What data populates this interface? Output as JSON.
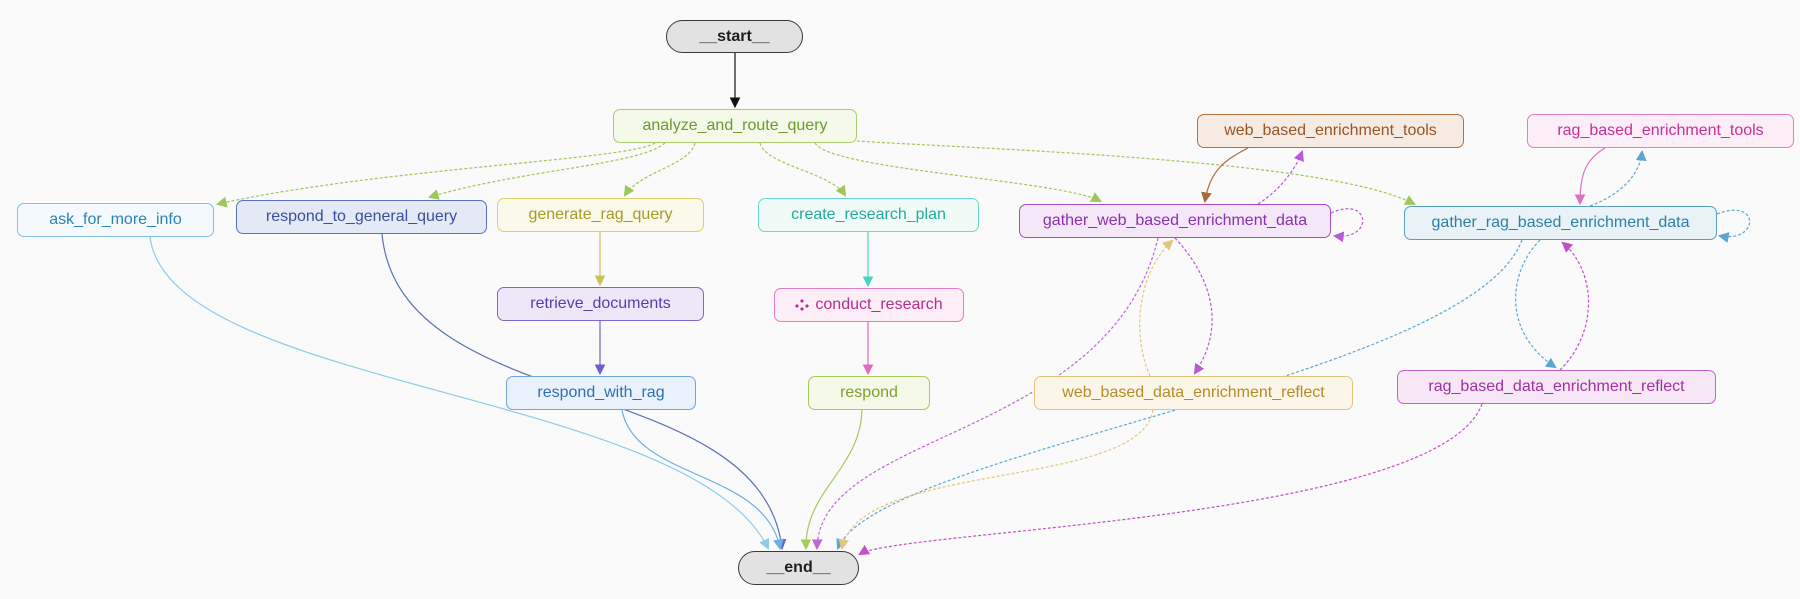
{
  "graph": {
    "nodes": {
      "start": {
        "label": "__start__",
        "colors": {
          "text": "#1f1f1f",
          "bg": "#e2e2e2",
          "border": "#3a3a3a"
        }
      },
      "end": {
        "label": "__end__",
        "colors": {
          "text": "#1f1f1f",
          "bg": "#e2e2e2",
          "border": "#3a3a3a"
        }
      },
      "analyze": {
        "label": "analyze_and_route_query",
        "colors": {
          "text": "#6b9a2e",
          "bg": "#f4f9ea",
          "border": "#a8cc6e"
        }
      },
      "ask": {
        "label": "ask_for_more_info",
        "colors": {
          "text": "#2b84b8",
          "bg": "#f3f9fd",
          "border": "#7fc2e6"
        }
      },
      "respond_general": {
        "label": "respond_to_general_query",
        "colors": {
          "text": "#3a4f9e",
          "bg": "#e4e9f6",
          "border": "#5a6fbf"
        }
      },
      "generate_rag": {
        "label": "generate_rag_query",
        "colors": {
          "text": "#a6992a",
          "bg": "#fbf9ea",
          "border": "#dccf6a"
        }
      },
      "create_plan": {
        "label": "create_research_plan",
        "colors": {
          "text": "#26a99b",
          "bg": "#f0fbf8",
          "border": "#6ad8ca"
        }
      },
      "gather_web": {
        "label": "gather_web_based_enrichment_data",
        "colors": {
          "text": "#8b2fae",
          "bg": "#f4e8f8",
          "border": "#a64bc9"
        }
      },
      "web_tools": {
        "label": "web_based_enrichment_tools",
        "colors": {
          "text": "#9a5424",
          "bg": "#f6ebe2",
          "border": "#b2713f"
        }
      },
      "rag_tools": {
        "label": "rag_based_enrichment_tools",
        "colors": {
          "text": "#c42f9a",
          "bg": "#fbeef7",
          "border": "#e27dc6"
        }
      },
      "gather_rag": {
        "label": "gather_rag_based_enrichment_data",
        "colors": {
          "text": "#2f7fa5",
          "bg": "#e8f2f7",
          "border": "#5a9ec4"
        }
      },
      "retrieve": {
        "label": "retrieve_documents",
        "colors": {
          "text": "#5a3cb0",
          "bg": "#ece8f7",
          "border": "#7d66cc"
        }
      },
      "conduct": {
        "label": "conduct_research",
        "colors": {
          "text": "#b82c8d",
          "bg": "#fcedf6",
          "border": "#e37cc2"
        }
      },
      "respond_rag": {
        "label": "respond_with_rag",
        "colors": {
          "text": "#2f6fb5",
          "bg": "#e9f1fb",
          "border": "#6fa6e0"
        }
      },
      "respond": {
        "label": "respond",
        "colors": {
          "text": "#7ba12e",
          "bg": "#f5f9e8",
          "border": "#a8c95c"
        }
      },
      "web_reflect": {
        "label": "web_based_data_enrichment_reflect",
        "colors": {
          "text": "#b58a2a",
          "bg": "#fcf6e9",
          "border": "#e0c47c"
        }
      },
      "rag_reflect": {
        "label": "rag_based_data_enrichment_reflect",
        "colors": {
          "text": "#a0319e",
          "bg": "#f6e6f6",
          "border": "#c363c3"
        }
      }
    },
    "edges": [
      {
        "from": "start",
        "to": "analyze",
        "style": "solid",
        "color": "#111111"
      },
      {
        "from": "analyze",
        "to": "ask",
        "style": "dashed",
        "color": "#9dc75a"
      },
      {
        "from": "analyze",
        "to": "respond_general",
        "style": "dashed",
        "color": "#9dc75a"
      },
      {
        "from": "analyze",
        "to": "generate_rag",
        "style": "dashed",
        "color": "#9dc75a"
      },
      {
        "from": "analyze",
        "to": "create_plan",
        "style": "dashed",
        "color": "#9dc75a"
      },
      {
        "from": "analyze",
        "to": "gather_web",
        "style": "dashed",
        "color": "#9dc75a"
      },
      {
        "from": "analyze",
        "to": "gather_rag",
        "style": "dashed",
        "color": "#9dc75a"
      },
      {
        "from": "generate_rag",
        "to": "retrieve",
        "style": "solid",
        "color": "#cfc15a"
      },
      {
        "from": "retrieve",
        "to": "respond_rag",
        "style": "solid",
        "color": "#7060cc"
      },
      {
        "from": "create_plan",
        "to": "conduct",
        "style": "solid",
        "color": "#4fd0c0"
      },
      {
        "from": "conduct",
        "to": "respond",
        "style": "solid",
        "color": "#e06cbd"
      },
      {
        "from": "web_tools",
        "to": "gather_web",
        "style": "solid",
        "color": "#a86a3c"
      },
      {
        "from": "gather_web",
        "to": "web_tools",
        "style": "dashed",
        "color": "#b65ad6"
      },
      {
        "from": "gather_web",
        "to": "gather_web",
        "style": "dashed",
        "color": "#b65ad6"
      },
      {
        "from": "gather_web",
        "to": "web_reflect",
        "style": "dashed",
        "color": "#b65ad6"
      },
      {
        "from": "web_reflect",
        "to": "gather_web",
        "style": "dashed",
        "color": "#e2c67a"
      },
      {
        "from": "rag_tools",
        "to": "gather_rag",
        "style": "solid",
        "color": "#e070c6"
      },
      {
        "from": "gather_rag",
        "to": "rag_tools",
        "style": "dashed",
        "color": "#5aa8d0"
      },
      {
        "from": "gather_rag",
        "to": "gather_rag",
        "style": "dashed",
        "color": "#5aa8d0"
      },
      {
        "from": "gather_rag",
        "to": "rag_reflect",
        "style": "dashed",
        "color": "#5aa8d0"
      },
      {
        "from": "rag_reflect",
        "to": "gather_rag",
        "style": "dashed",
        "color": "#c24fc6"
      },
      {
        "from": "ask",
        "to": "end",
        "style": "solid",
        "color": "#8fcbe8"
      },
      {
        "from": "respond_general",
        "to": "end",
        "style": "solid",
        "color": "#5a70b8"
      },
      {
        "from": "respond_rag",
        "to": "end",
        "style": "solid",
        "color": "#6faee2"
      },
      {
        "from": "respond",
        "to": "end",
        "style": "solid",
        "color": "#a8c95c"
      },
      {
        "from": "gather_web",
        "to": "end",
        "style": "dashed",
        "color": "#c264d8"
      },
      {
        "from": "gather_rag",
        "to": "end",
        "style": "dashed",
        "color": "#5aa8d0"
      },
      {
        "from": "web_reflect",
        "to": "end",
        "style": "dashed",
        "color": "#e2c67a"
      },
      {
        "from": "rag_reflect",
        "to": "end",
        "style": "dashed",
        "color": "#c24fc6"
      }
    ]
  }
}
